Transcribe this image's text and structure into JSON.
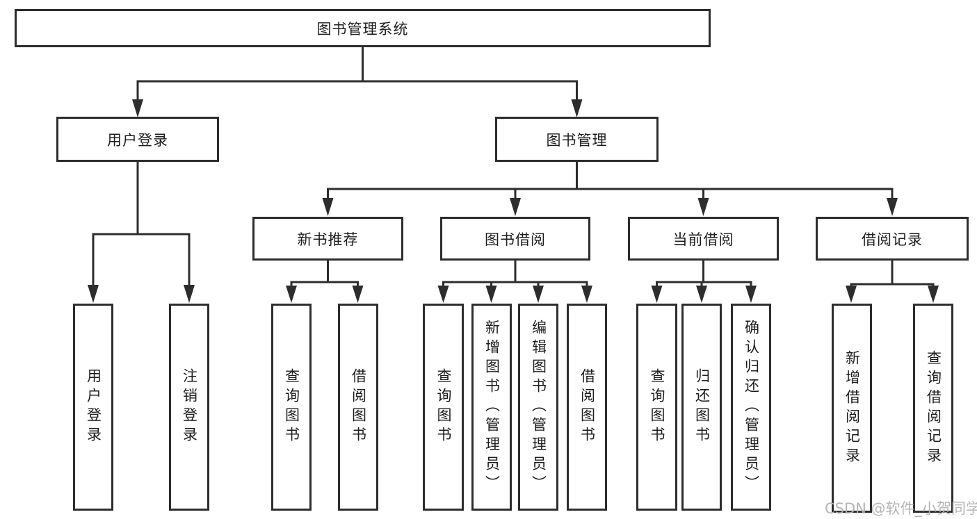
{
  "diagram": {
    "root": {
      "label": "图书管理系统",
      "children": [
        {
          "label": "用户登录",
          "children": [
            {
              "label": "用户登录"
            },
            {
              "label": "注销登录"
            }
          ]
        },
        {
          "label": "图书管理",
          "children": [
            {
              "label": "新书推荐",
              "children": [
                {
                  "label": "查询图书"
                },
                {
                  "label": "借阅图书"
                }
              ]
            },
            {
              "label": "图书借阅",
              "children": [
                {
                  "label": "查询图书"
                },
                {
                  "label": "新增图书（管理员）"
                },
                {
                  "label": "编辑图书（管理员）"
                },
                {
                  "label": "借阅图书"
                }
              ]
            },
            {
              "label": "当前借阅",
              "children": [
                {
                  "label": "查询图书"
                },
                {
                  "label": "归还图书"
                },
                {
                  "label": "确认归还（管理员）"
                }
              ]
            },
            {
              "label": "借阅记录",
              "children": [
                {
                  "label": "新增借阅记录"
                },
                {
                  "label": "查询借阅记录"
                }
              ]
            }
          ]
        }
      ]
    }
  },
  "watermark": "CSDN @软件_小贺同学",
  "colors": {
    "line": "#2d2d2d",
    "text": "#1d1d1d",
    "watermark": "#b2b2b2"
  }
}
